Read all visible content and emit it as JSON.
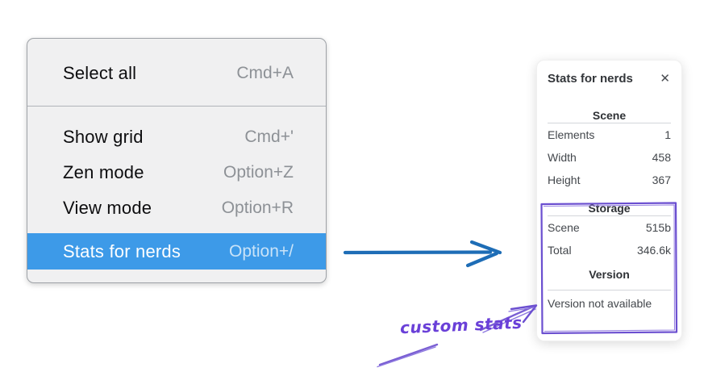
{
  "menu": {
    "items": [
      {
        "label": "Select all",
        "shortcut": "Cmd+A"
      },
      {
        "label": "Show grid",
        "shortcut": "Cmd+'"
      },
      {
        "label": "Zen mode",
        "shortcut": "Option+Z"
      },
      {
        "label": "View mode",
        "shortcut": "Option+R"
      },
      {
        "label": "Stats for nerds",
        "shortcut": "Option+/"
      }
    ],
    "highlighted_item": "Stats for nerds",
    "highlight_color": "#3d9ae8"
  },
  "stats_panel": {
    "title": "Stats for nerds",
    "close_icon": "✕",
    "sections": [
      {
        "header": "Scene",
        "rows": [
          {
            "label": "Elements",
            "value": "1"
          },
          {
            "label": "Width",
            "value": "458"
          },
          {
            "label": "Height",
            "value": "367"
          }
        ]
      },
      {
        "header": "Storage",
        "rows": [
          {
            "label": "Scene",
            "value": "515b"
          },
          {
            "label": "Total",
            "value": "346.6k"
          }
        ]
      },
      {
        "header": "Version",
        "note": "Version not available"
      }
    ]
  },
  "annotations": {
    "handwritten_label": "custom stats",
    "flow_arrow_color": "#1e6db6",
    "annotation_color": "#6b4fd0"
  }
}
